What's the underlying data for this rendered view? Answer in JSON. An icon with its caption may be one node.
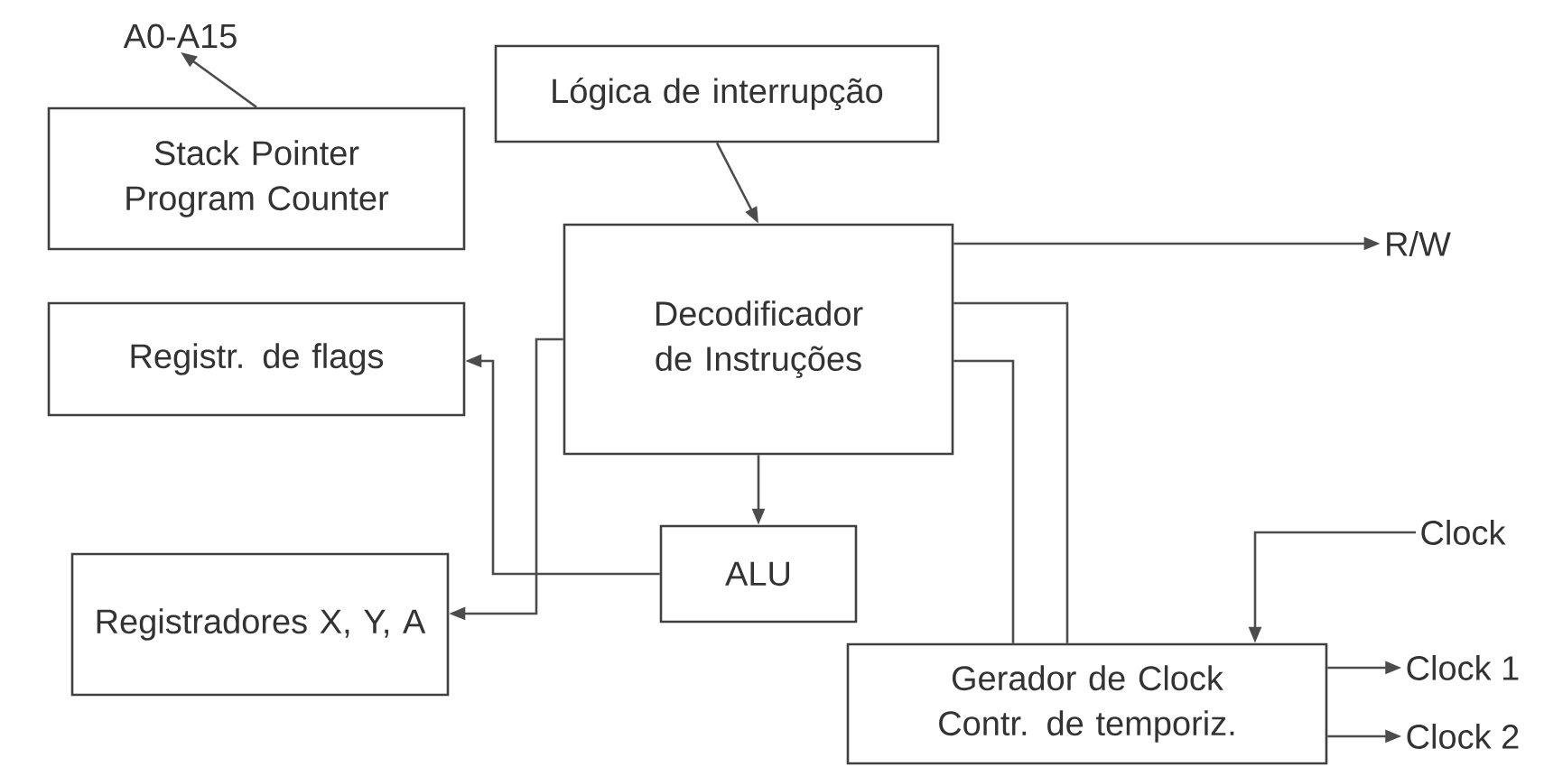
{
  "diagram": {
    "nodes": [
      {
        "text": [
          "A0-A15"
        ]
      },
      {
        "text": [
          "Stack Pointer Program Counter"
        ]
      },
      {
        "text": [
          "Lógica de interrupção"
        ]
      },
      {
        "text": [
          "Decodificador de Instruções"
        ]
      },
      {
        "text": [
          "R/W"
        ]
      },
      {
        "text": [
          "Registr. de flags"
        ]
      },
      {
        "text": [
          "ALU"
        ]
      },
      {
        "text": [
          "Registradores X, Y, A"
        ]
      },
      {
        "text": [
          "Clock"
        ]
      },
      {
        "text": [
          "Gerador de Clock",
          "Contr. de temporiz."
        ]
      },
      {
        "text": [
          "Clock 1"
        ]
      },
      {
        "text": [
          "Clock 2"
        ]
      }
    ],
    "edges": [
      {
        "from": 1,
        "to": 0,
        "arrow": "to"
      },
      {
        "from": 2,
        "to": 3,
        "arrow": "to"
      },
      {
        "from": 3,
        "to": 4,
        "arrow": "to"
      },
      {
        "from": 3,
        "to": 6,
        "arrow": "to"
      },
      {
        "from": 3,
        "to": 7,
        "arrow": "to"
      },
      {
        "from": 6,
        "to": 5,
        "arrow": "to"
      },
      {
        "from": 3,
        "to": 9,
        "arrow": "none"
      },
      {
        "from": 3,
        "to": 9,
        "arrow": "none"
      },
      {
        "from": 8,
        "to": 9,
        "arrow": "to"
      },
      {
        "from": 9,
        "to": 10,
        "arrow": "to"
      },
      {
        "from": 9,
        "to": 11,
        "arrow": "to"
      }
    ]
  }
}
